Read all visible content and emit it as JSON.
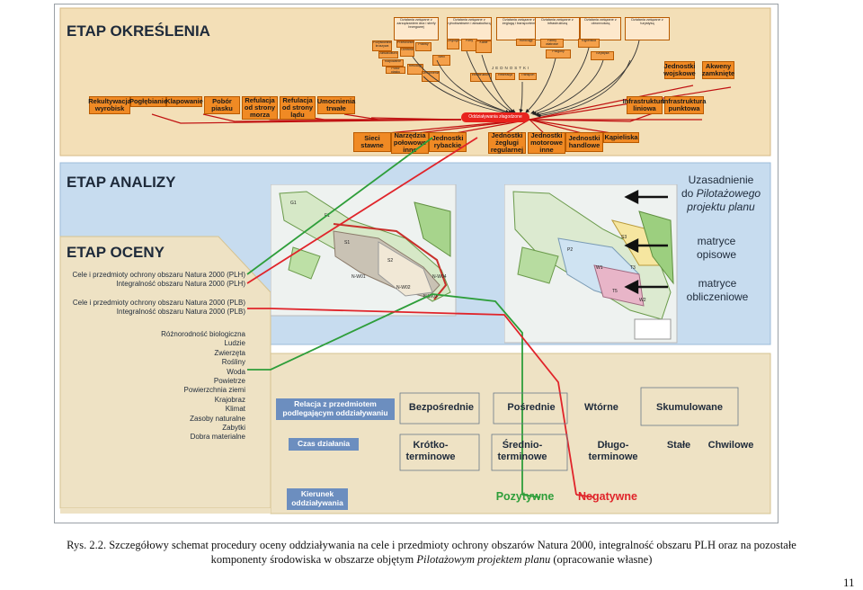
{
  "figure": {
    "etap_okreslenia": {
      "title": "ETAP OKREŚLENIA",
      "top_boxes": [
        "Działania związane z zarządzaniem dna i strefy brzegowej",
        "Działania związane z rybołówstwem i akwakulturą",
        "Działania związane z żeglugą i transportem",
        "Działania związane z infrastrukturą",
        "Działania związane z obronnością",
        "Działania związane z turystyką"
      ],
      "small_activity_boxes": [
        "Pozyskiwanie kruszywa",
        "Przetwórstwo",
        "Połowy",
        "Akwakultura",
        "Ochrona",
        "Klapowanie",
        "Pobór piasku",
        "Refulacja",
        "Umocnienia",
        "Sieci",
        "Żegluga",
        "Porty",
        "Kable",
        "Rurociągi",
        "Farmy wiatrowe",
        "Poligony",
        "Kąpieliska",
        "Turystyka"
      ],
      "middle_label": "JEDNOSTKI",
      "bottom_small": [
        "Infrastruktura",
        "Rekreacja",
        "Transport"
      ],
      "center_pill": "Oddziaływania złagodzone",
      "left_boxes": [
        "Rekultywacja wyrobisk",
        "Pogłębianie",
        "Klapowanie",
        "Pobór piasku",
        "Refulacja od strony morza",
        "Refulacja od strony lądu",
        "Umocnienia trwałe"
      ],
      "right_boxes": [
        "Jednostki wojskowe",
        "Akweny zamknięte",
        "Infrastruktura liniowa",
        "Infrastruktura punktowa"
      ],
      "bottom_boxes": [
        "Sieci stawne",
        "Narzędzia połowowe inne",
        "Jednostki rybackie",
        "Jednostki żeglugi regularnej",
        "Jednostki motorowe inne",
        "Jednostki handlowe",
        "Kąpieliska"
      ]
    },
    "etap_analizy": {
      "title": "ETAP ANALIZY",
      "right_text_1": "Uzasadnienie",
      "right_text_2": "do",
      "right_text_2b": "Pilotażowego",
      "right_text_3": "projektu planu",
      "map_labels": [
        "G1",
        "F1",
        "S1",
        "S2",
        "N-W01",
        "N-W02",
        "N-W03",
        "N-W04",
        "P2",
        "W1",
        "S3",
        "T3",
        "T5",
        "W2"
      ]
    },
    "etap_oceny": {
      "title": "ETAP OCENY",
      "right_text_1": "matryce",
      "right_text_1b": "opisowe",
      "right_text_2": "matryce",
      "right_text_2b": "obliczeniowe",
      "natura_items": [
        "Cele i przedmioty ochrony obszaru Natura 2000 (PLH)",
        "Integralność obszaru Natura 2000 (PLH)",
        "Cele i przedmioty ochrony obszaru Natura 2000 (PLB)",
        "Integralność obszaru Natura 2000 (PLB)"
      ],
      "components": [
        "Różnorodność biologiczna",
        "Ludzie",
        "Zwierzęta",
        "Rośliny",
        "Woda",
        "Powietrze",
        "Powierzchnia ziemi",
        "Krajobraz",
        "Klimat",
        "Zasoby naturalne",
        "Zabytki",
        "Dobra materialne"
      ],
      "relation_label": "Relacja z przedmiotem podlegającym oddziaływaniu",
      "relation_values": [
        "Bezpośrednie",
        "Pośrednie",
        "Wtórne",
        "Skumulowane"
      ],
      "time_label": "Czas działania",
      "time_values": [
        "Krótko-terminowe",
        "Średnio-terminowe",
        "Długo-terminowe",
        "Stałe",
        "Chwilowe"
      ],
      "direction_label": "Kierunek oddziaływania",
      "direction_values": [
        "Pozytywne",
        "Negatywne"
      ],
      "colors": {
        "positive": "#2e9e3a",
        "negative": "#e0242a",
        "orange": "#f08a24",
        "blue": "#1a5fb4"
      }
    }
  },
  "caption": {
    "line1": "Rys. 2.2. Szczegółowy schemat procedury oceny oddziaływania na cele i przedmioty ochrony obszarów Natura 2000, integralność obszaru PLH oraz na pozostałe",
    "line2a": "komponenty środowiska w obszarze objętym ",
    "line2b": "Pilotażowym projektem planu",
    "line2c": " (opracowanie własne)"
  },
  "page_number": "11"
}
